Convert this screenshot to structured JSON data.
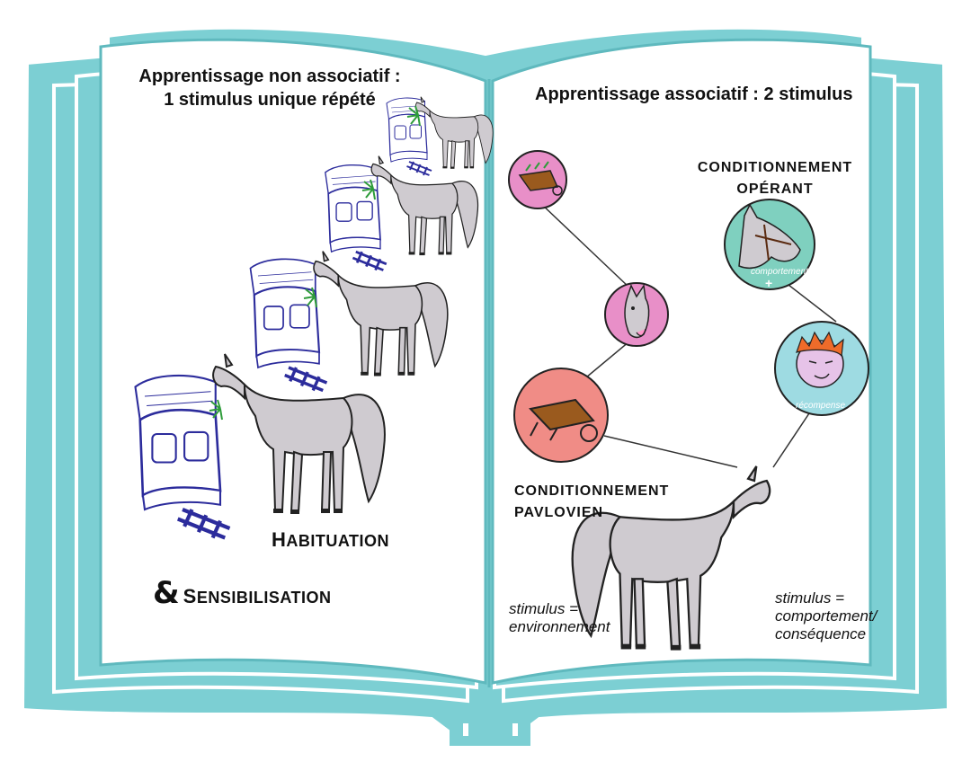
{
  "colors": {
    "book": "#7ccfd3",
    "book_dark": "#5fb9be",
    "page": "#ffffff",
    "horse": "#cfcbd0",
    "train": "#2c2c9c",
    "grass": "#2e9c3a",
    "pink": "#e88fc8",
    "salmon": "#f08c86",
    "teal": "#7fd0bf",
    "skyblue": "#9edbe2",
    "wheelbarrow": "#9a5a1e"
  },
  "left_page": {
    "title_line1": "Apprentissage non associatif :",
    "title_line2": "1 stimulus unique répété",
    "habituation_first": "H",
    "habituation_rest": "ABITUATION",
    "ampersand": "&",
    "sensibilisation_first": "S",
    "sensibilisation_rest": "ENSIBILISATION"
  },
  "right_page": {
    "title": "Apprentissage associatif : 2 stimulus",
    "operant_line1": "CONDITIONNEMENT",
    "operant_line2": "OPÉRANT",
    "pavlov_line1": "CONDITIONNEMENT",
    "pavlov_line2": "PAVLOVIEN",
    "stim_env_line1": "stimulus =",
    "stim_env_line2": "environnement",
    "stim_comp_line1": "stimulus =",
    "stim_comp_line2": "comportement/",
    "stim_comp_line3": "conséquence",
    "comportement_label": "comportement",
    "plus_sign": "+",
    "recompense_label": "récompense"
  }
}
